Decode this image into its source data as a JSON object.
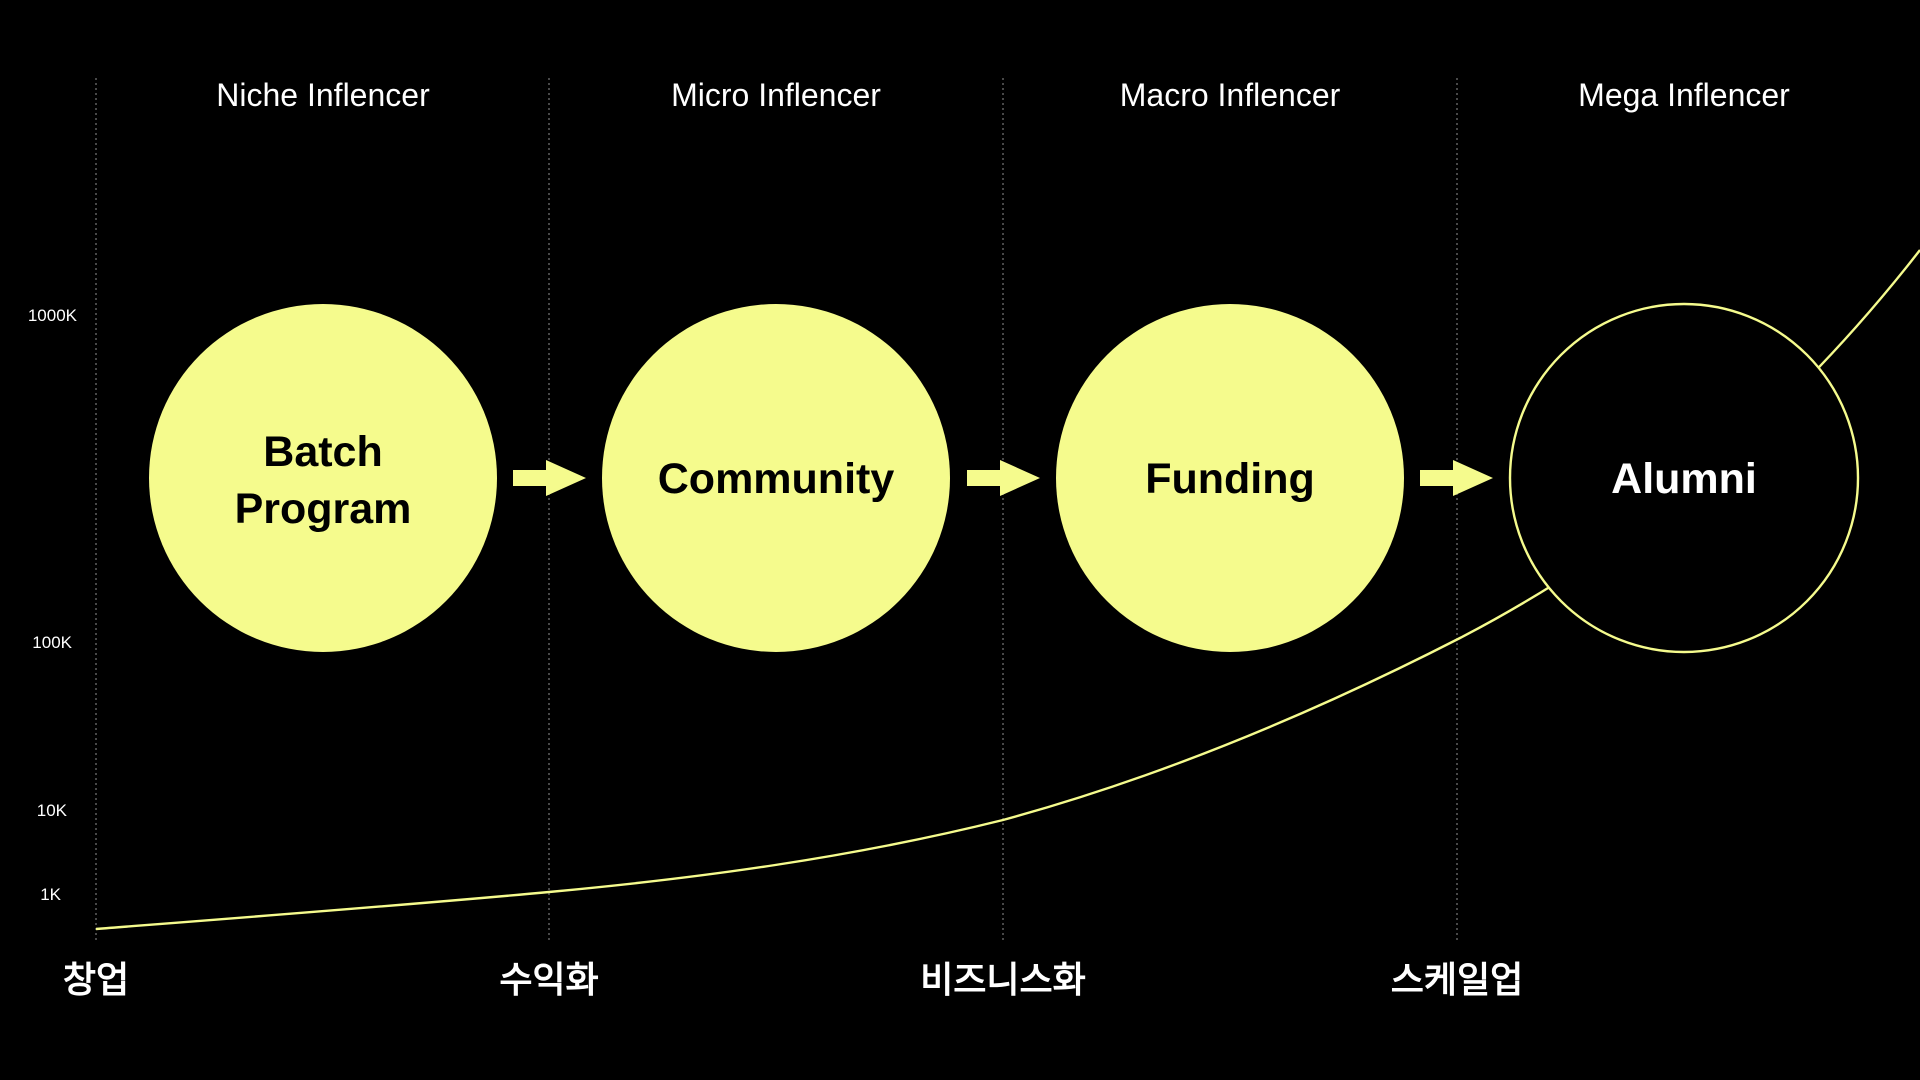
{
  "stages": [
    "Niche Inflencer",
    "Micro Inflencer",
    "Macro Inflencer",
    "Mega Inflencer"
  ],
  "y_ticks": [
    "1000K",
    "100K",
    "10K",
    "1K"
  ],
  "phases": [
    "창업",
    "수익화",
    "비즈니스화",
    "스케일업"
  ],
  "nodes": [
    {
      "lines": [
        "Batch",
        "Program"
      ],
      "style": "filled"
    },
    {
      "lines": [
        "Community"
      ],
      "style": "filled"
    },
    {
      "lines": [
        "Funding"
      ],
      "style": "filled"
    },
    {
      "lines": [
        "Alumni"
      ],
      "style": "outline"
    }
  ],
  "colors": {
    "background": "#000000",
    "accent": "#f5fb8d",
    "text": "#ffffff",
    "node_text": "#000000",
    "divider": "#777777"
  },
  "icons": {
    "arrow": "right-arrow-icon"
  }
}
